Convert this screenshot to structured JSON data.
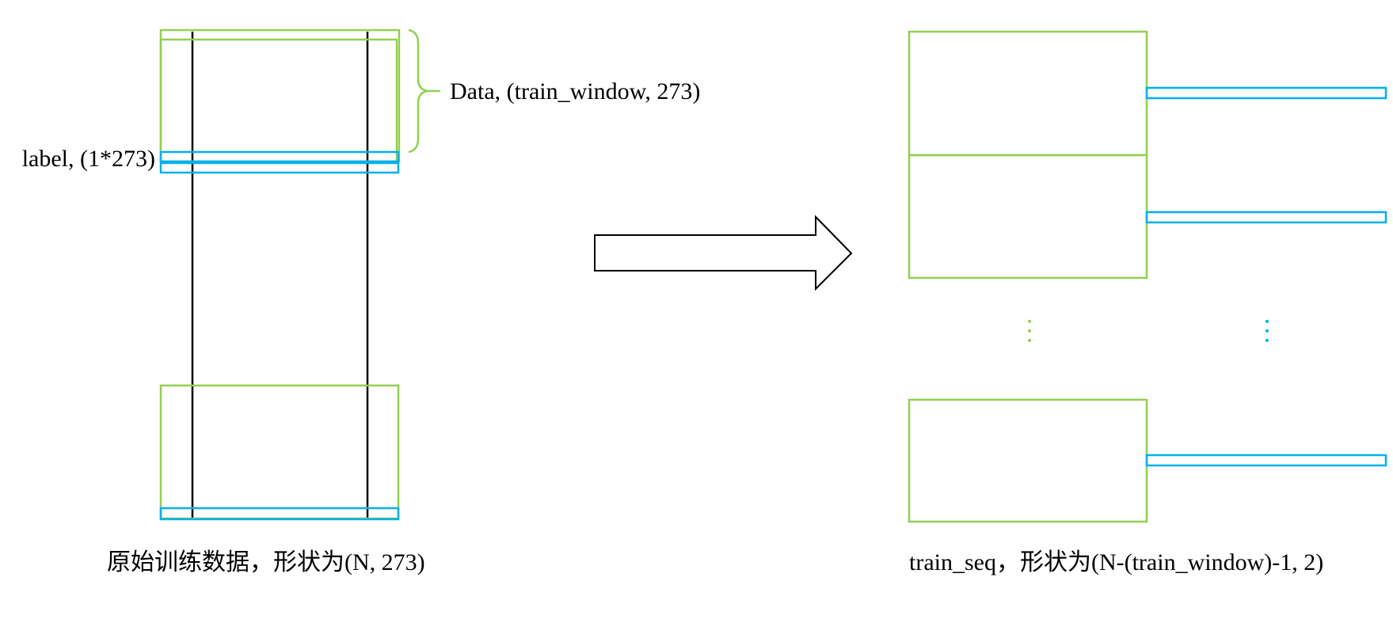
{
  "labels": {
    "data": "Data, (train_window, 273)",
    "label": "label, (1*273)"
  },
  "captions": {
    "left": "原始训练数据，形状为(N, 273)",
    "right": "train_seq，形状为(N-(train_window)-1, 2)"
  },
  "colors": {
    "data_box": "#92d050",
    "label_box": "#00b0f0",
    "column_line": "#000000",
    "arrow_outline": "#000000"
  },
  "icons": {
    "transform_arrow": "right-arrow-outline",
    "ellipsis": "vertical-ellipsis"
  }
}
